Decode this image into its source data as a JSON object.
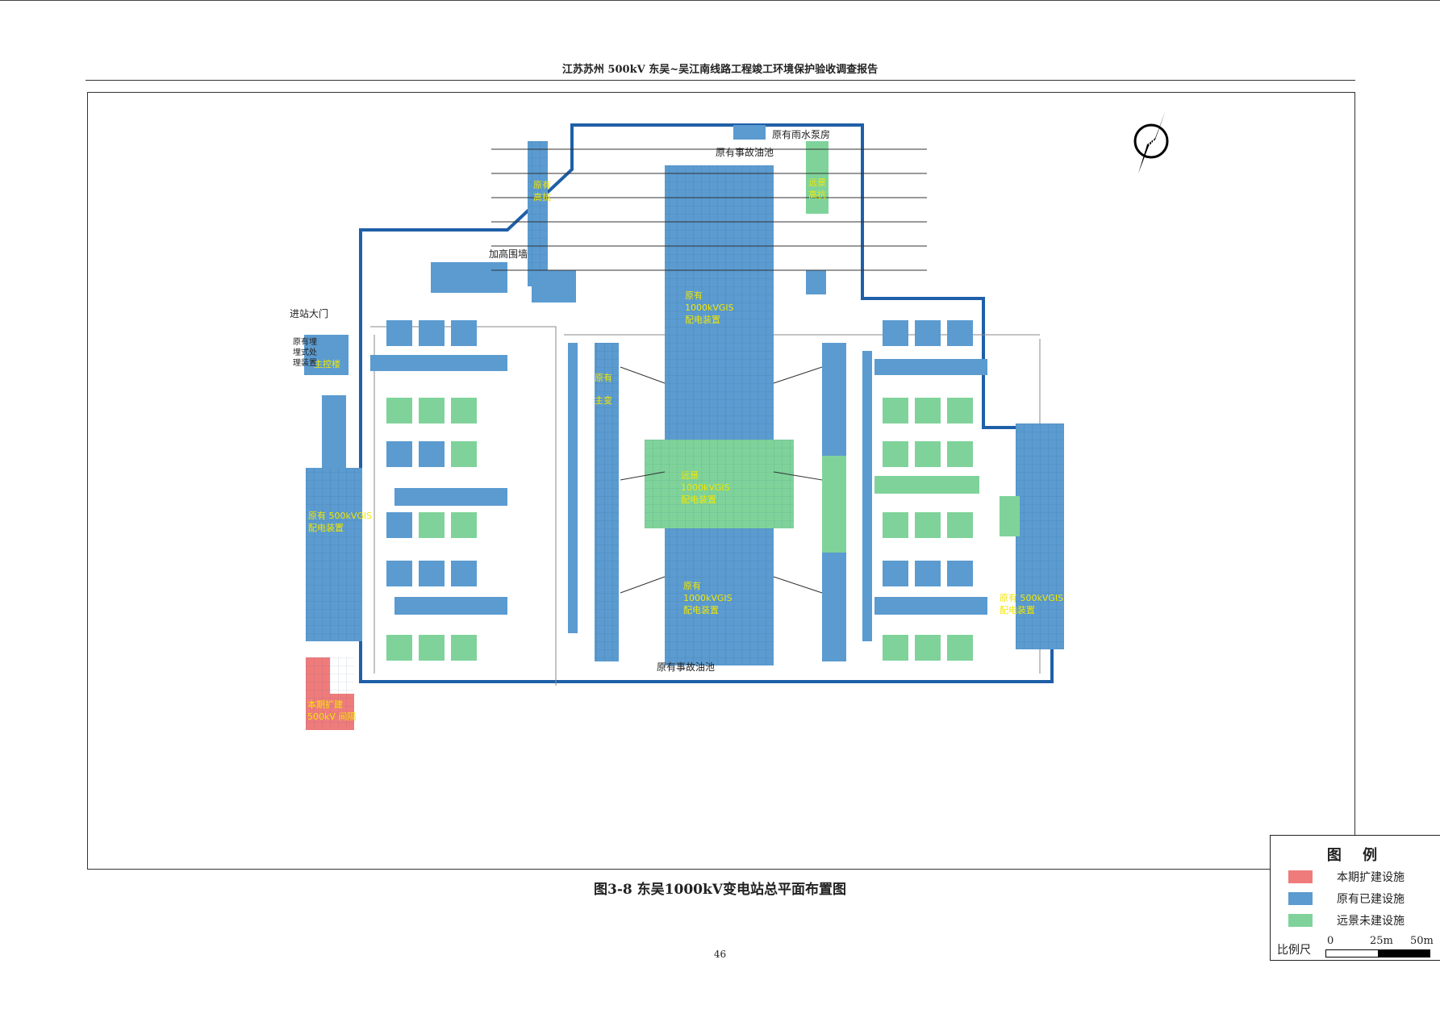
{
  "header": {
    "title": "江苏苏州 500kV 东吴~吴江南线路工程竣工环境保护验收调查报告"
  },
  "plan_labels": {
    "rain_pump": "原有雨水泵房",
    "oil_pool_top": "原有事故油池",
    "oil_pool_bottom": "原有事故油池",
    "high_wall": "加高围墙",
    "entrance": "进站大门",
    "sewage_1": "原有埋",
    "sewage_2": "埋式处",
    "sewage_3": "理装置",
    "control_bldg": "主控楼",
    "gis_top_1": "原有",
    "gis_top_2": "1000kVGIS",
    "gis_top_3": "配电装置",
    "gis_mid_1": "远景",
    "gis_mid_2": "1000kVGIS",
    "gis_mid_3": "配电装置",
    "gis_bot_1": "原有",
    "gis_bot_2": "1000kVGIS",
    "gis_bot_3": "配电装置",
    "gis500_left_1": "原有 500kVGIS",
    "gis500_left_2": "配电装置",
    "gis500_right_1": "原有 500kVGIS",
    "gis500_right_2": "配电装置",
    "expansion_1": "本期扩建",
    "expansion_2": "500kV 间隔",
    "hv_reactor_1": "原有",
    "hv_reactor_2": "高抗",
    "main_tx_1": "原有",
    "main_tx_2": "主变",
    "future_1": "远景",
    "future_2": "高抗"
  },
  "legend": {
    "title": "图 例",
    "items": [
      {
        "label": "本期扩建设施",
        "color": "#f07b7b"
      },
      {
        "label": "原有已建设施",
        "color": "#5b9bd0"
      },
      {
        "label": "远景未建设施",
        "color": "#7fd39a"
      }
    ],
    "scale_label": "比例尺",
    "scale_ticks": [
      "0",
      "25m",
      "50m"
    ]
  },
  "compass_icon": "north-arrow-icon",
  "colors": {
    "boundary": "#1f5fa8",
    "existing": "#5b9bd0",
    "future": "#7fd39a",
    "expansion": "#f07b7b",
    "text_on_plan": "#f2e600"
  },
  "caption": "图3-8   东吴1000kV变电站总平面布置图",
  "page_number": "46"
}
